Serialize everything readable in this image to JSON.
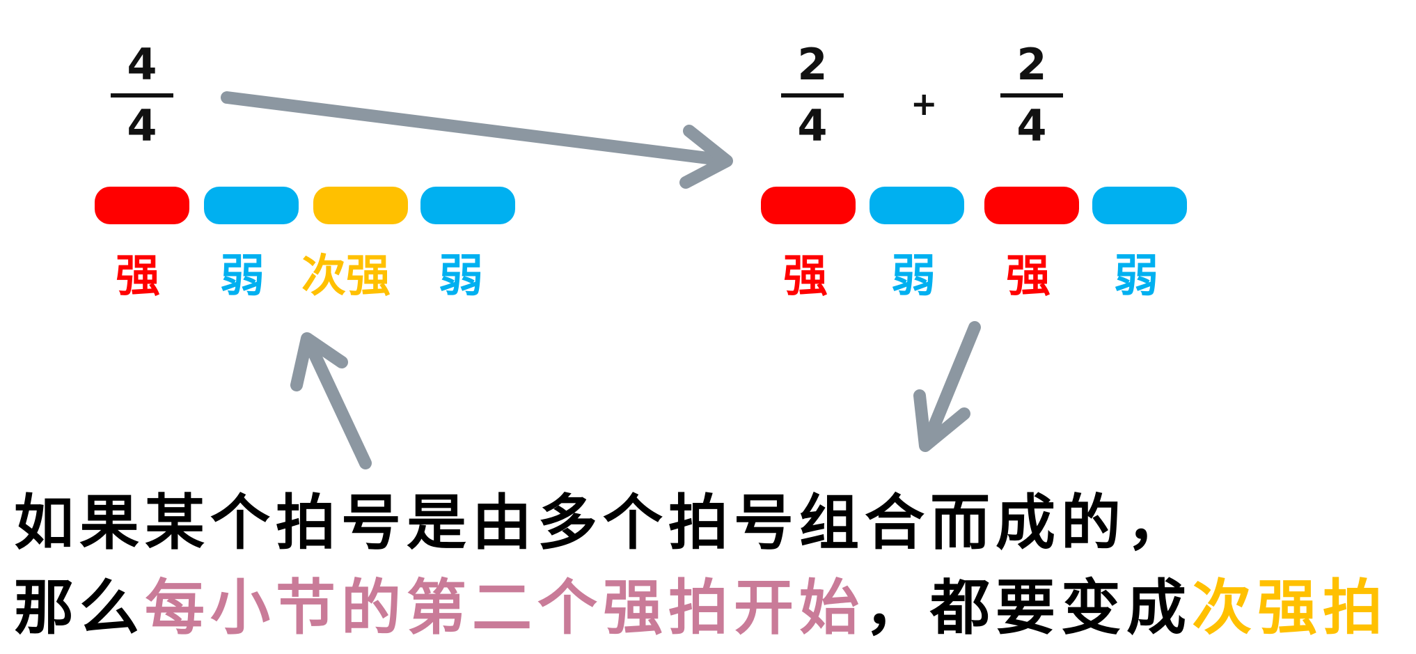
{
  "colors": {
    "strong": "#ff0000",
    "weak": "#00b0f0",
    "medium": "#ffc000",
    "arrow": "#8c97a1",
    "highlight": "#c97b98"
  },
  "left": {
    "time_signature": {
      "numerator": "4",
      "denominator": "4"
    },
    "beats": [
      {
        "type": "strong",
        "label": "强"
      },
      {
        "type": "weak",
        "label": "弱"
      },
      {
        "type": "medium",
        "label": "次强"
      },
      {
        "type": "weak",
        "label": "弱"
      }
    ]
  },
  "right": {
    "time_signatures": [
      {
        "numerator": "2",
        "denominator": "4"
      },
      {
        "numerator": "2",
        "denominator": "4"
      }
    ],
    "plus": "+",
    "beats": [
      {
        "type": "strong",
        "label": "强"
      },
      {
        "type": "weak",
        "label": "弱"
      },
      {
        "type": "strong",
        "label": "强"
      },
      {
        "type": "weak",
        "label": "弱"
      }
    ]
  },
  "caption": {
    "line1": "如果某个拍号是由多个拍号组合而成的，",
    "line2_a": "那么",
    "line2_b": "每小节的第二个强拍开始",
    "line2_c": "，都要变成",
    "line2_d": "次强拍"
  }
}
